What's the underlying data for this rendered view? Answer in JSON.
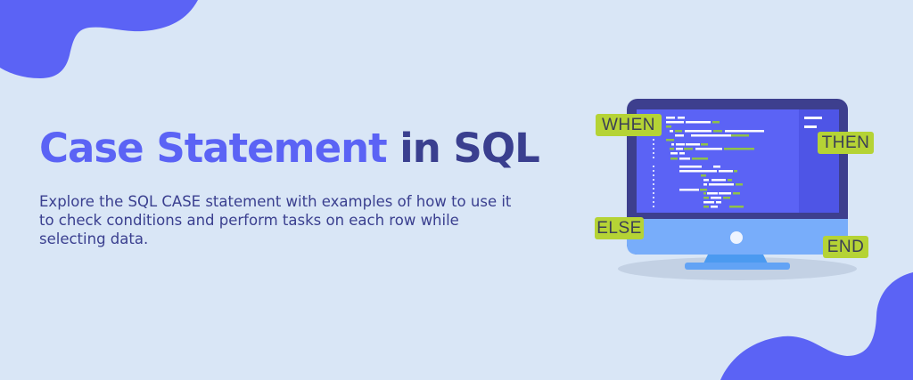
{
  "banner": {
    "title": {
      "highlight": "Case Statement",
      "rest": " in SQL"
    },
    "description": "Explore the SQL CASE statement with examples of how to use it to check conditions and perform tasks on each row while selecting data.",
    "keywords": [
      "WHEN",
      "THEN",
      "ELSE",
      "END"
    ],
    "colors": {
      "background": "#d9e6f6",
      "accent": "#5b63f5",
      "dark": "#3a3f8f",
      "tag": "#b5d335",
      "monitor_frame": "#3d3f8e",
      "screen": "#5b63f5",
      "monitor_chin": "#78adfa"
    }
  }
}
